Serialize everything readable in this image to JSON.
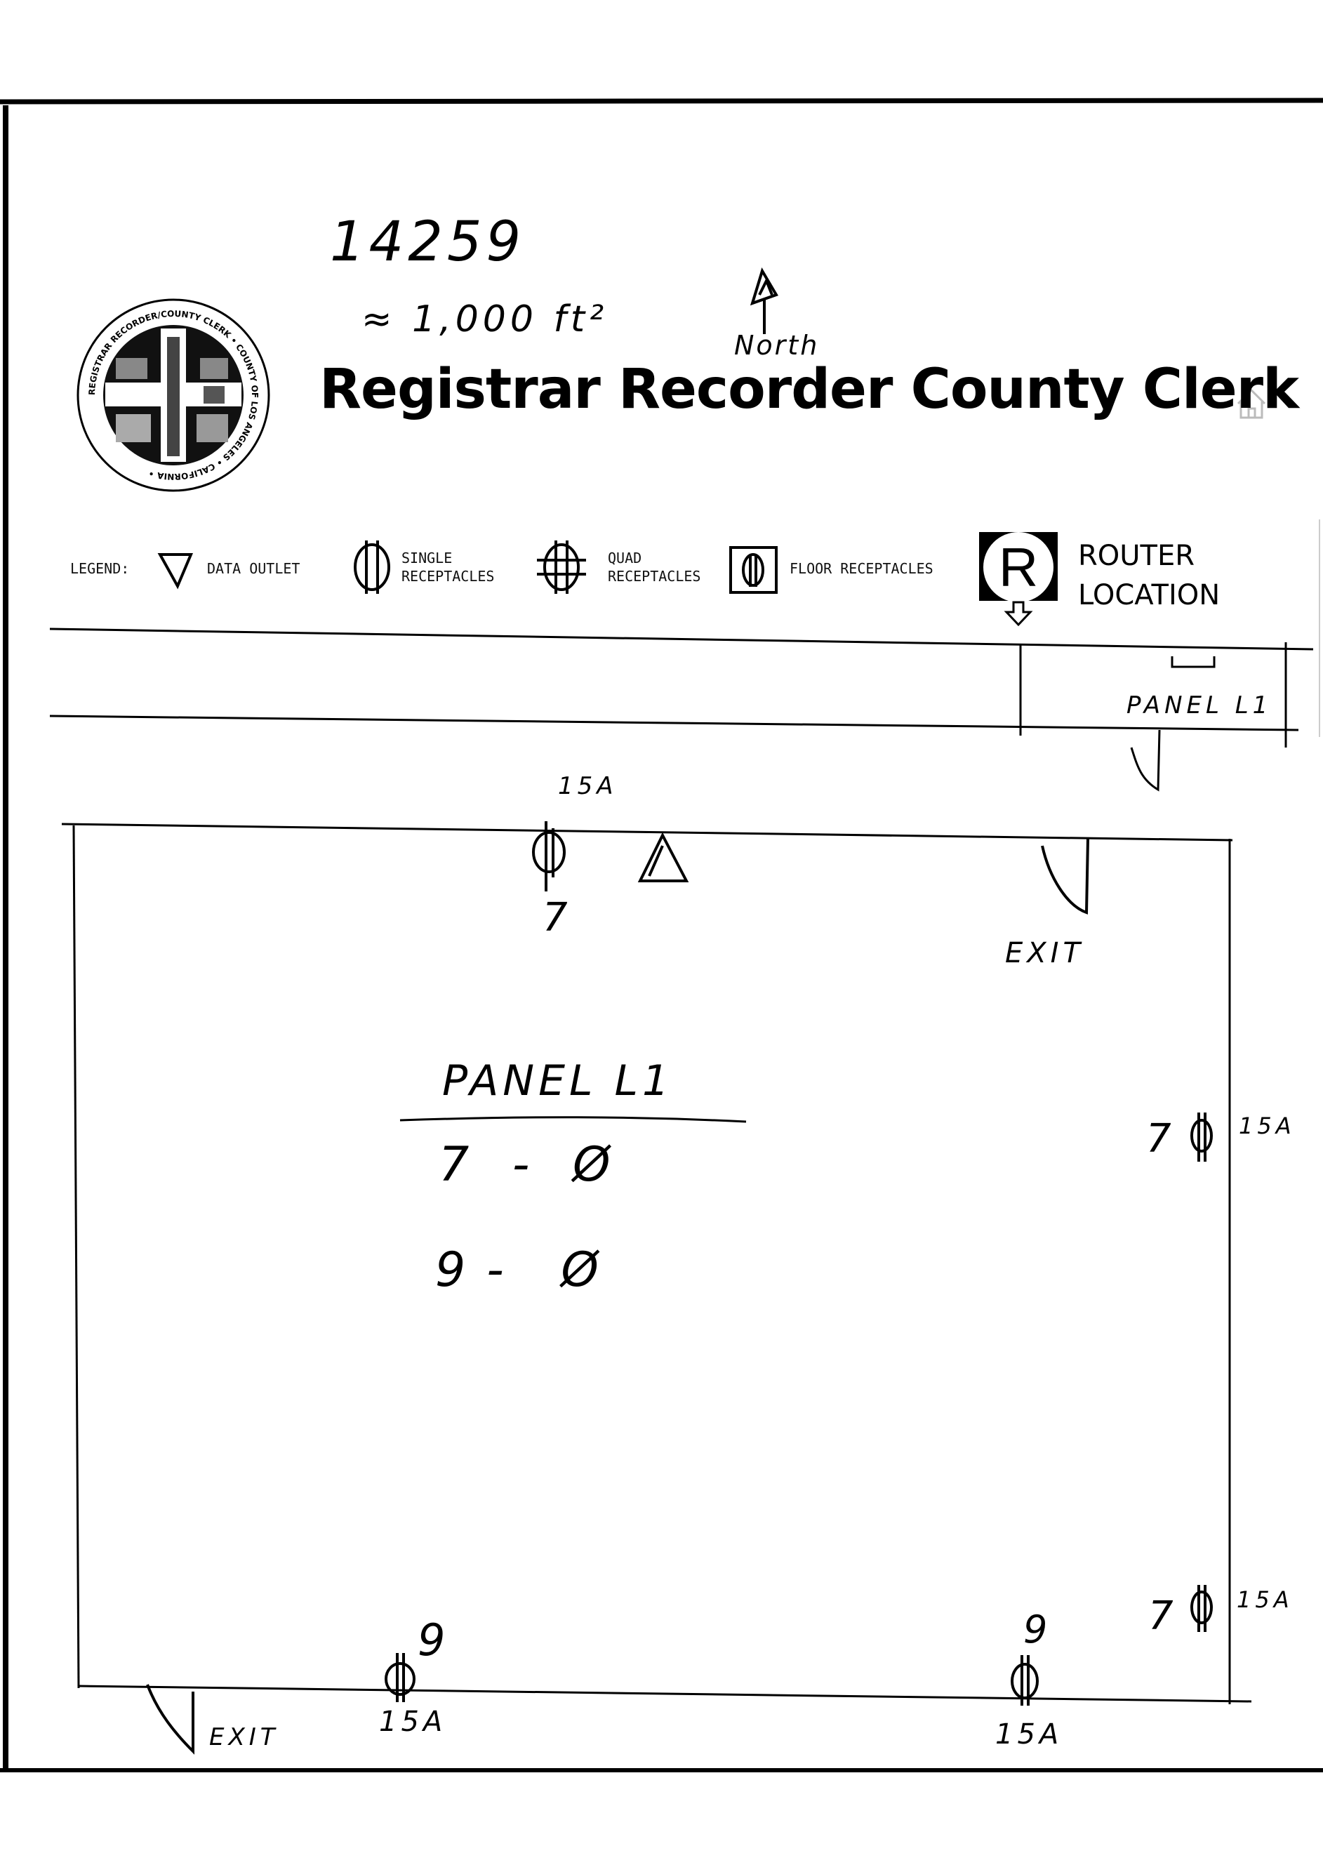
{
  "header": {
    "id_number": "14259",
    "area": "≈ 1,000 ft²",
    "north_label": "North",
    "title": "Registrar Recorder County Clerk",
    "seal_text": "REGISTRAR RECORDER/COUNTY CLERK · COUNTY OF LOS ANGELES · CALIFORNIA"
  },
  "legend": {
    "label": "LEGEND:",
    "items": [
      {
        "icon": "data-outlet-triangle",
        "label": "DATA OUTLET"
      },
      {
        "icon": "single-receptacle",
        "label": "SINGLE RECEPTACLES"
      },
      {
        "icon": "quad-receptacle",
        "label": "QUAD RECEPTACLES"
      },
      {
        "icon": "floor-receptacle",
        "label": "FLOOR RECEPTACLES"
      },
      {
        "icon": "router-r",
        "label": "ROUTER LOCATION"
      }
    ]
  },
  "plan": {
    "corridor_panel": "PANEL L1",
    "top_amp": "15A",
    "top_circuit": "7",
    "top_exit": "EXIT",
    "panel_note_title": "PANEL L1",
    "panel_note_lines": [
      "7 - Ø",
      "9- Ø"
    ],
    "right_upper": {
      "circuit": "7",
      "amp": "15A"
    },
    "right_lower": {
      "circuit": "7",
      "amp": "15A"
    },
    "bottom_left": {
      "circuit": "9",
      "amp": "15A"
    },
    "bottom_mid": {
      "circuit": "9",
      "amp": "15A"
    },
    "bottom_exit": "EXIT"
  }
}
